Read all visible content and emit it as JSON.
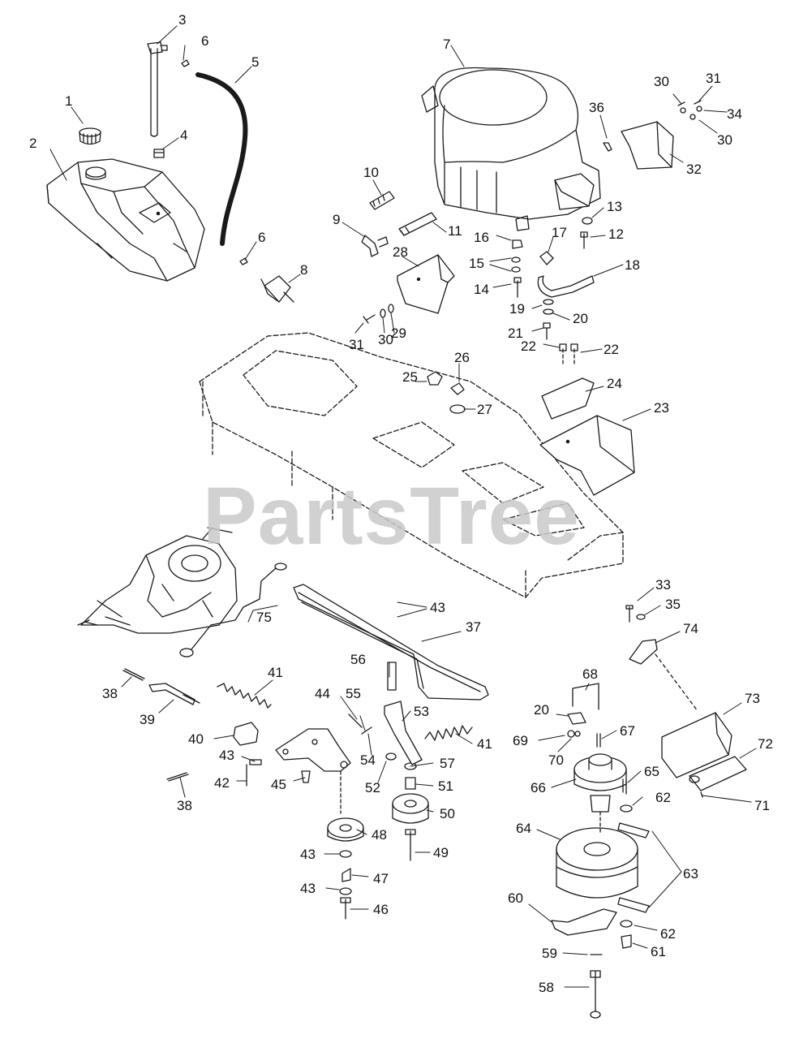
{
  "watermark": {
    "text": "PartsTree",
    "color": "#c9c9c9"
  },
  "colors": {
    "line": "#1a1a1a",
    "background": "#ffffff"
  },
  "callouts": [
    {
      "id": "c1",
      "label": "1"
    },
    {
      "id": "c2",
      "label": "2"
    },
    {
      "id": "c3",
      "label": "3"
    },
    {
      "id": "c4",
      "label": "4"
    },
    {
      "id": "c5",
      "label": "5"
    },
    {
      "id": "c6a",
      "label": "6"
    },
    {
      "id": "c6b",
      "label": "6"
    },
    {
      "id": "c7",
      "label": "7"
    },
    {
      "id": "c8",
      "label": "8"
    },
    {
      "id": "c9",
      "label": "9"
    },
    {
      "id": "c10",
      "label": "10"
    },
    {
      "id": "c11",
      "label": "11"
    },
    {
      "id": "c12",
      "label": "12"
    },
    {
      "id": "c13",
      "label": "13"
    },
    {
      "id": "c14",
      "label": "14"
    },
    {
      "id": "c15",
      "label": "15"
    },
    {
      "id": "c16",
      "label": "16"
    },
    {
      "id": "c17",
      "label": "17"
    },
    {
      "id": "c18",
      "label": "18"
    },
    {
      "id": "c19",
      "label": "19"
    },
    {
      "id": "c20a",
      "label": "20"
    },
    {
      "id": "c20b",
      "label": "20"
    },
    {
      "id": "c21",
      "label": "21"
    },
    {
      "id": "c22a",
      "label": "22"
    },
    {
      "id": "c22b",
      "label": "22"
    },
    {
      "id": "c23",
      "label": "23"
    },
    {
      "id": "c24",
      "label": "24"
    },
    {
      "id": "c25",
      "label": "25"
    },
    {
      "id": "c26",
      "label": "26"
    },
    {
      "id": "c27",
      "label": "27"
    },
    {
      "id": "c28",
      "label": "28"
    },
    {
      "id": "c29",
      "label": "29"
    },
    {
      "id": "c30a",
      "label": "30"
    },
    {
      "id": "c30b",
      "label": "30"
    },
    {
      "id": "c30c",
      "label": "30"
    },
    {
      "id": "c31a",
      "label": "31"
    },
    {
      "id": "c31b",
      "label": "31"
    },
    {
      "id": "c32",
      "label": "32"
    },
    {
      "id": "c33",
      "label": "33"
    },
    {
      "id": "c34",
      "label": "34"
    },
    {
      "id": "c35",
      "label": "35"
    },
    {
      "id": "c36",
      "label": "36"
    },
    {
      "id": "c37",
      "label": "37"
    },
    {
      "id": "c38a",
      "label": "38"
    },
    {
      "id": "c38b",
      "label": "38"
    },
    {
      "id": "c39",
      "label": "39"
    },
    {
      "id": "c40",
      "label": "40"
    },
    {
      "id": "c41a",
      "label": "41"
    },
    {
      "id": "c41b",
      "label": "41"
    },
    {
      "id": "c42",
      "label": "42"
    },
    {
      "id": "c43a",
      "label": "43"
    },
    {
      "id": "c43b",
      "label": "43"
    },
    {
      "id": "c43c",
      "label": "43"
    },
    {
      "id": "c43d",
      "label": "43"
    },
    {
      "id": "c44",
      "label": "44"
    },
    {
      "id": "c45",
      "label": "45"
    },
    {
      "id": "c46",
      "label": "46"
    },
    {
      "id": "c47",
      "label": "47"
    },
    {
      "id": "c48",
      "label": "48"
    },
    {
      "id": "c49",
      "label": "49"
    },
    {
      "id": "c50",
      "label": "50"
    },
    {
      "id": "c51",
      "label": "51"
    },
    {
      "id": "c52",
      "label": "52"
    },
    {
      "id": "c53",
      "label": "53"
    },
    {
      "id": "c54",
      "label": "54"
    },
    {
      "id": "c55",
      "label": "55"
    },
    {
      "id": "c56",
      "label": "56"
    },
    {
      "id": "c57",
      "label": "57"
    },
    {
      "id": "c58",
      "label": "58"
    },
    {
      "id": "c59",
      "label": "59"
    },
    {
      "id": "c60",
      "label": "60"
    },
    {
      "id": "c61",
      "label": "61"
    },
    {
      "id": "c62a",
      "label": "62"
    },
    {
      "id": "c62b",
      "label": "62"
    },
    {
      "id": "c63",
      "label": "63"
    },
    {
      "id": "c64",
      "label": "64"
    },
    {
      "id": "c65",
      "label": "65"
    },
    {
      "id": "c66",
      "label": "66"
    },
    {
      "id": "c67",
      "label": "67"
    },
    {
      "id": "c68",
      "label": "68"
    },
    {
      "id": "c69",
      "label": "69"
    },
    {
      "id": "c70",
      "label": "70"
    },
    {
      "id": "c71",
      "label": "71"
    },
    {
      "id": "c72",
      "label": "72"
    },
    {
      "id": "c73",
      "label": "73"
    },
    {
      "id": "c74",
      "label": "74"
    },
    {
      "id": "c75",
      "label": "75"
    }
  ]
}
